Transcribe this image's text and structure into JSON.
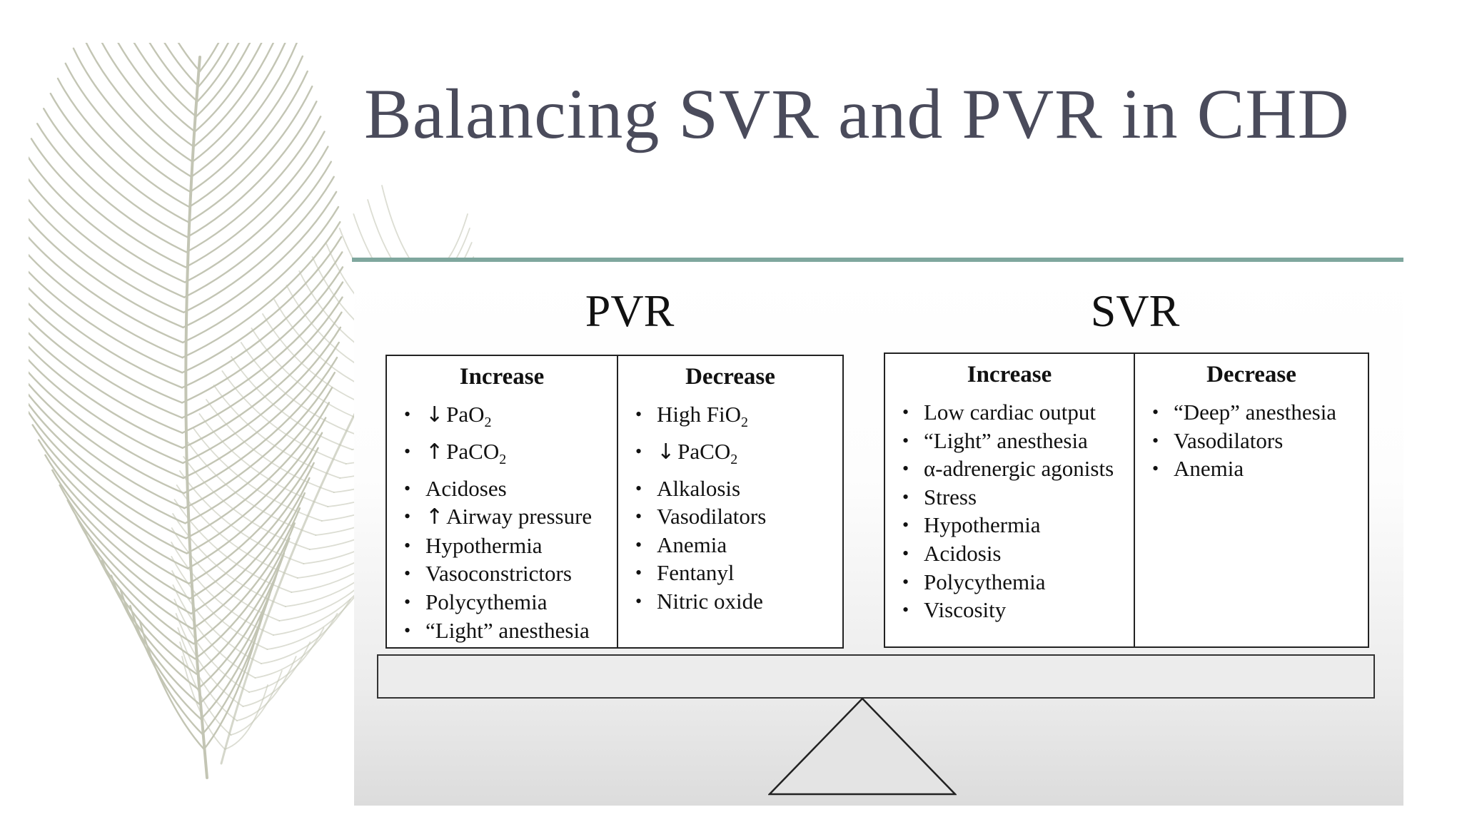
{
  "title": "Balancing SVR and PVR in CHD",
  "colors": {
    "title": "#4a4b5b",
    "rule": "#7fa79e",
    "feather": "#b9bca8"
  },
  "decor": {
    "feather_icon": "feather-icon"
  },
  "diagram": {
    "pvr": {
      "label": "PVR",
      "increase": {
        "heading": "Increase",
        "items": [
          {
            "arrow": "↓",
            "text": "PaO",
            "sub": "2"
          },
          {
            "arrow": "↑",
            "text": "PaCO",
            "sub": "2"
          },
          {
            "arrow": "",
            "text": "Acidoses",
            "sub": ""
          },
          {
            "arrow": "↑",
            "text": "Airway pressure",
            "sub": ""
          },
          {
            "arrow": "",
            "text": "Hypothermia",
            "sub": ""
          },
          {
            "arrow": "",
            "text": "Vasoconstrictors",
            "sub": ""
          },
          {
            "arrow": "",
            "text": "Polycythemia",
            "sub": ""
          },
          {
            "arrow": "",
            "text": "“Light” anesthesia",
            "sub": ""
          }
        ]
      },
      "decrease": {
        "heading": "Decrease",
        "items": [
          {
            "arrow": "",
            "text": "High FiO",
            "sub": "2"
          },
          {
            "arrow": "↓",
            "text": "PaCO",
            "sub": "2"
          },
          {
            "arrow": "",
            "text": "Alkalosis",
            "sub": ""
          },
          {
            "arrow": "",
            "text": "Vasodilators",
            "sub": ""
          },
          {
            "arrow": "",
            "text": "Anemia",
            "sub": ""
          },
          {
            "arrow": "",
            "text": "Fentanyl",
            "sub": ""
          },
          {
            "arrow": "",
            "text": "Nitric oxide",
            "sub": ""
          }
        ]
      }
    },
    "svr": {
      "label": "SVR",
      "increase": {
        "heading": "Increase",
        "items": [
          {
            "arrow": "",
            "text": "Low cardiac output",
            "sub": ""
          },
          {
            "arrow": "",
            "text": "“Light” anesthesia",
            "sub": ""
          },
          {
            "arrow": "",
            "text": "α-adrenergic agonists",
            "sub": ""
          },
          {
            "arrow": "",
            "text": "Stress",
            "sub": ""
          },
          {
            "arrow": "",
            "text": "Hypothermia",
            "sub": ""
          },
          {
            "arrow": "",
            "text": "Acidosis",
            "sub": ""
          },
          {
            "arrow": "",
            "text": "Polycythemia",
            "sub": ""
          },
          {
            "arrow": "",
            "text": "Viscosity",
            "sub": ""
          }
        ]
      },
      "decrease": {
        "heading": "Decrease",
        "items": [
          {
            "arrow": "",
            "text": "“Deep” anesthesia",
            "sub": ""
          },
          {
            "arrow": "",
            "text": "Vasodilators",
            "sub": ""
          },
          {
            "arrow": "",
            "text": "Anemia",
            "sub": ""
          }
        ]
      }
    }
  }
}
